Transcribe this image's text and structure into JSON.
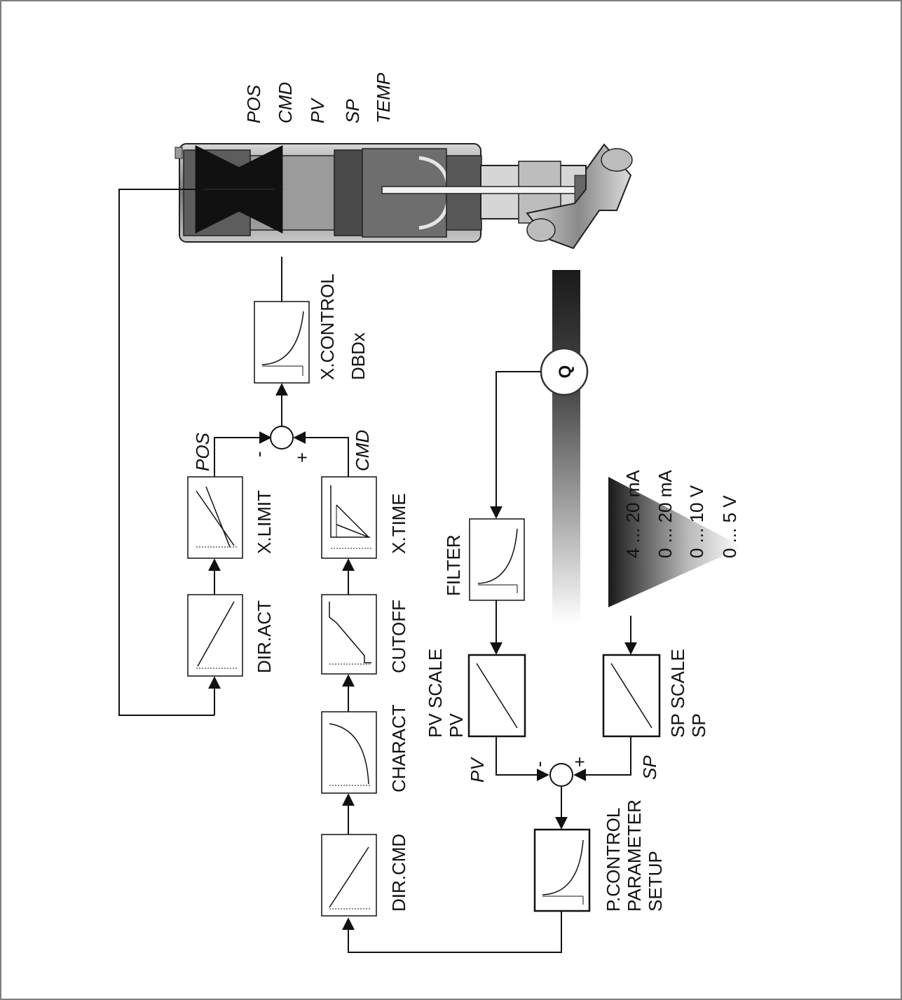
{
  "actuator_signals": [
    "POS",
    "CMD",
    "PV",
    "SP",
    "TEMP"
  ],
  "position_loop": {
    "blocks": {
      "dir_act": "DIR.ACT",
      "x_limit": "X.LIMIT",
      "dir_cmd": "DIR.CMD",
      "charact": "CHARACT",
      "cutoff": "CUTOFF",
      "x_time": "X.TIME",
      "x_control": "X.CONTROL",
      "dbdx": "DBDx"
    },
    "signals": {
      "pos": "POS",
      "cmd": "CMD",
      "minus": "-",
      "plus": "+"
    }
  },
  "process_loop": {
    "flow_sensor": "Q",
    "filter": "FILTER",
    "pv_scale": [
      "PV SCALE",
      "PV"
    ],
    "sp_scale": [
      "SP SCALE",
      "SP"
    ],
    "p_control": [
      "P.CONTROL",
      "PARAMETER",
      "SETUP"
    ],
    "signals": {
      "pv": "PV",
      "sp": "SP",
      "minus": "-",
      "plus": "+"
    }
  },
  "input_ranges": [
    "4 ... 20 mA",
    "0 ... 20 mA",
    "0 ... 10 V",
    "0 ... 5 V"
  ],
  "colors": {
    "line": "#111111",
    "background": "#ffffff",
    "frame": "#555555"
  }
}
